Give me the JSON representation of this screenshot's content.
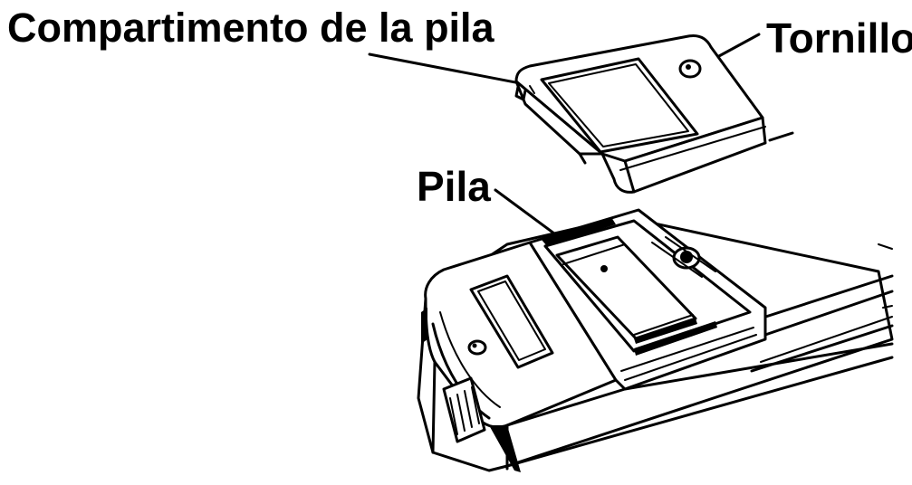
{
  "labels": {
    "battery_compartment": "Compartimento de la pila",
    "screw": "Tornillo",
    "battery": "Pila"
  }
}
